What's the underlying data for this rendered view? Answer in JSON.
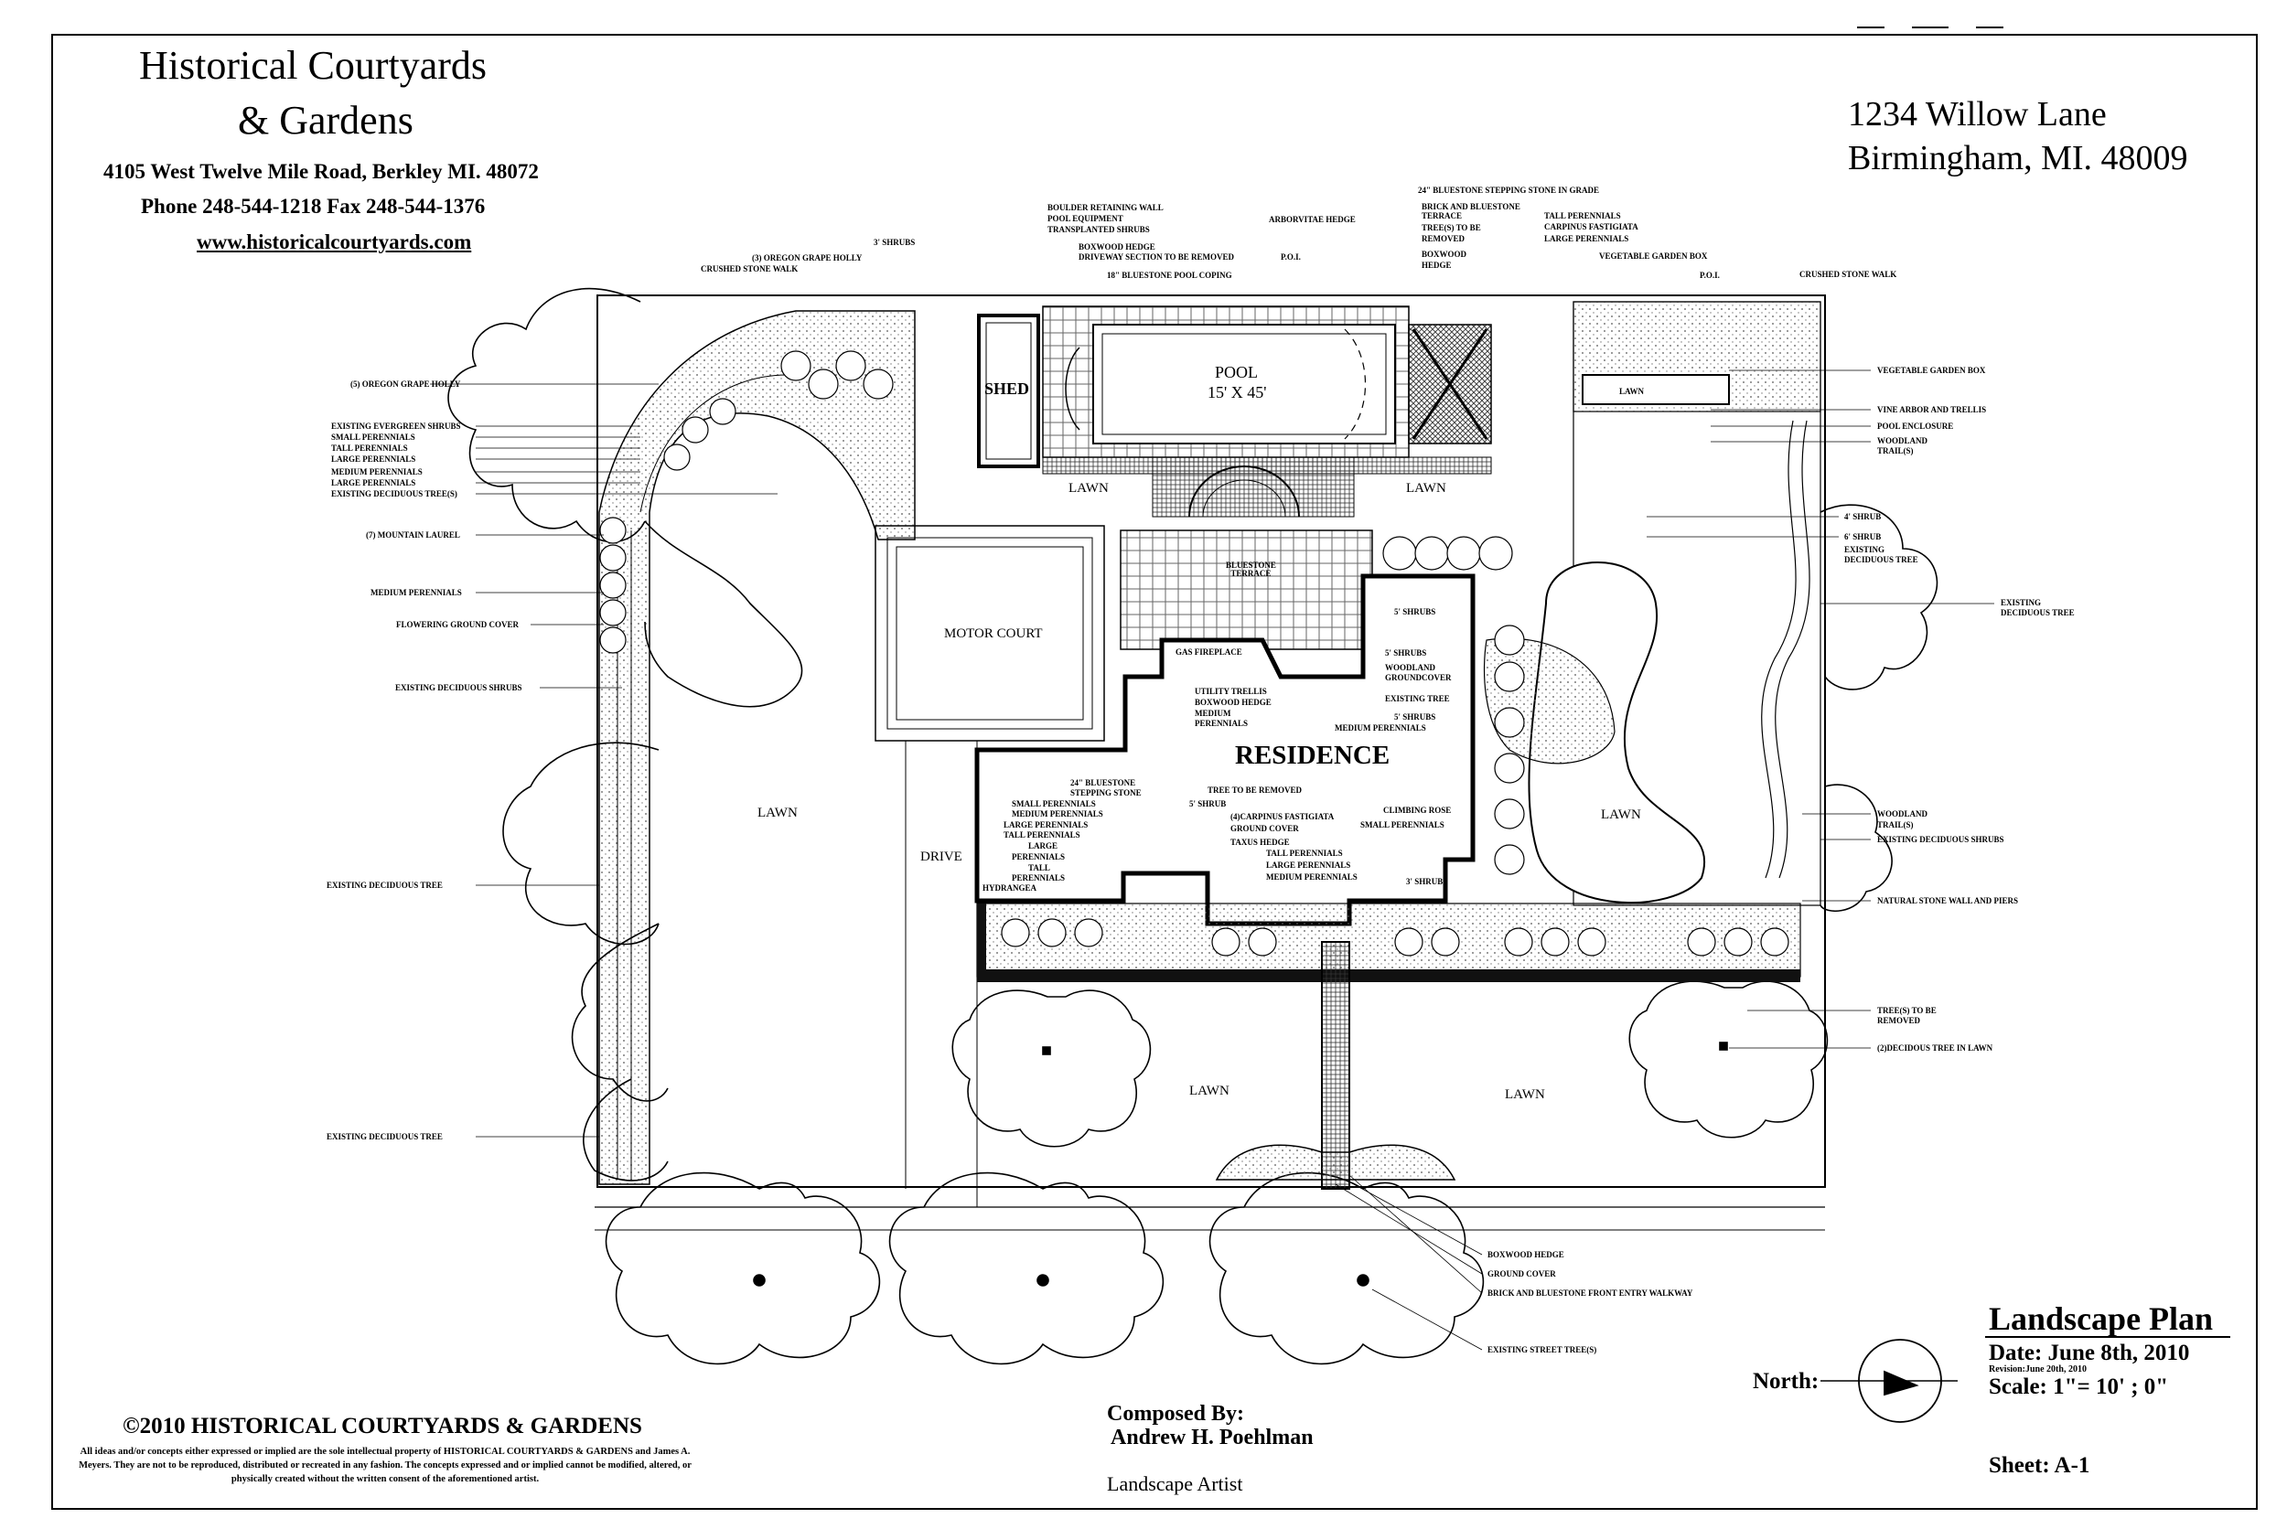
{
  "firm": {
    "name_line1": "Historical Courtyards",
    "name_line2": "& Gardens",
    "address": "4105 West Twelve Mile Road, Berkley MI. 48072",
    "phone_fax": "Phone 248-544-1218    Fax  248-544-1376",
    "website": "www.historicalcourtyards.com"
  },
  "site": {
    "street": "1234 Willow Lane",
    "city": "Birmingham, MI. 48009"
  },
  "title_block": {
    "title": "Landscape Plan",
    "date": "Date: June 8th, 2010",
    "revision": "Revision:June 20th, 2010",
    "north_label": "North:",
    "scale": "Scale: 1\"= 10' ; 0\"",
    "sheet": "Sheet: A-1"
  },
  "copyright": {
    "heading": "©2010 HISTORICAL COURTYARDS & GARDENS",
    "body": "All ideas and/or concepts either expressed or implied are the sole intellectual property of HISTORICAL COURTYARDS & GARDENS and James A. Meyers.  They are not to be reproduced, distributed or recreated in any fashion.  The concepts expressed and or implied cannot be modified, altered, or physically created without the written consent of the aforementioned artist."
  },
  "composer": {
    "line1": "Composed By:",
    "line2": "Andrew H. Poehlman",
    "line3": "Landscape Artist"
  },
  "areas": {
    "residence": "RESIDENCE",
    "pool": "POOL",
    "pool_size": "15' X 45'",
    "shed": "SHED",
    "motor_court": "MOTOR COURT",
    "drive": "DRIVE",
    "lawn": "LAWN",
    "bluestone_terrace": "BLUESTONE\nTERRACE",
    "gas_fireplace": "GAS FIREPLACE"
  },
  "labels": {
    "left": [
      "(5) OREGON GRAPE HOLLY",
      "EXISTING EVERGREEN SHRUBS",
      "SMALL PERENNIALS",
      "TALL PERENNIALS",
      "LARGE PERENNIALS",
      "MEDIUM PERENNIALS",
      "LARGE PERENNIALS",
      "EXISTING DECIDUOUS TREE(S)",
      "(7) MOUNTAIN LAUREL",
      "MEDIUM PERENNIALS",
      "FLOWERING GROUND COVER",
      "EXISTING DECIDUOUS SHRUBS",
      "EXISTING DECIDUOUS TREE",
      "EXISTING DECIDUOUS TREE"
    ],
    "top": [
      "BOULDER RETAINING WALL",
      "POOL EQUIPMENT",
      "TRANSPLANTED SHRUBS",
      "3' SHRUBS",
      "(3) OREGON GRAPE HOLLY",
      "CRUSHED STONE WALK",
      "BOXWOOD HEDGE",
      "DRIVEWAY SECTION TO BE REMOVED",
      "18\" BLUESTONE POOL COPING",
      "ARBORVITAE HEDGE",
      "P.O.I.",
      "24\" BLUESTONE STEPPING STONE IN GRADE",
      "BRICK AND BLUESTONE",
      "TERRACE",
      "TREE(S) TO BE",
      "REMOVED",
      "BOXWOOD",
      "HEDGE",
      "TALL PERENNIALS",
      "CARPINUS FASTIGIATA",
      "LARGE PERENNIALS",
      "VEGETABLE GARDEN BOX",
      "P.O.I.",
      "CRUSHED STONE WALK"
    ],
    "right": [
      "VEGETABLE GARDEN BOX",
      "VINE ARBOR AND TRELLIS",
      "POOL ENCLOSURE",
      "WOODLAND",
      "TRAIL(S)",
      "4' SHRUB",
      "6' SHRUB",
      "EXISTING",
      "DECIDUOUS TREE",
      "EXISTING",
      "DECIDUOUS TREE",
      "WOODLAND",
      "TRAIL(S)",
      "EXISTING DECIDUOUS SHRUBS",
      "NATURAL STONE WALL AND PIERS",
      "TREE(S) TO BE",
      "REMOVED",
      "(2)DECIDOUS TREE IN LAWN"
    ],
    "center": [
      "5' SHRUBS",
      "5' SHRUBS",
      "WOODLAND",
      "GROUNDCOVER",
      "EXISTING TREE",
      "5' SHRUBS",
      "MEDIUM PERENNIALS",
      "UTILITY TRELLIS",
      "BOXWOOD HEDGE",
      "MEDIUM",
      "PERENNIALS",
      "24\" BLUESTONE",
      "STEPPING STONE",
      "SMALL PERENNIALS",
      "MEDIUM PERENNIALS",
      "LARGE PERENNIALS",
      "TALL PERENNIALS",
      "LARGE",
      "PERENNIALS",
      "TALL",
      "PERENNIALS",
      "HYDRANGEA",
      "TREE TO BE REMOVED",
      "5' SHRUB",
      "(4)CARPINUS FASTIGIATA",
      "GROUND COVER",
      "TAXUS HEDGE",
      "TALL PERENNIALS",
      "LARGE PERENNIALS",
      "MEDIUM PERENNIALS",
      "CLIMBING ROSE",
      "SMALL PERENNIALS",
      "3' SHRUBS"
    ],
    "bottom": [
      "BOXWOOD HEDGE",
      "GROUND COVER",
      "BRICK AND BLUESTONE FRONT ENTRY WALKWAY",
      "EXISTING STREET TREE(S)"
    ]
  }
}
